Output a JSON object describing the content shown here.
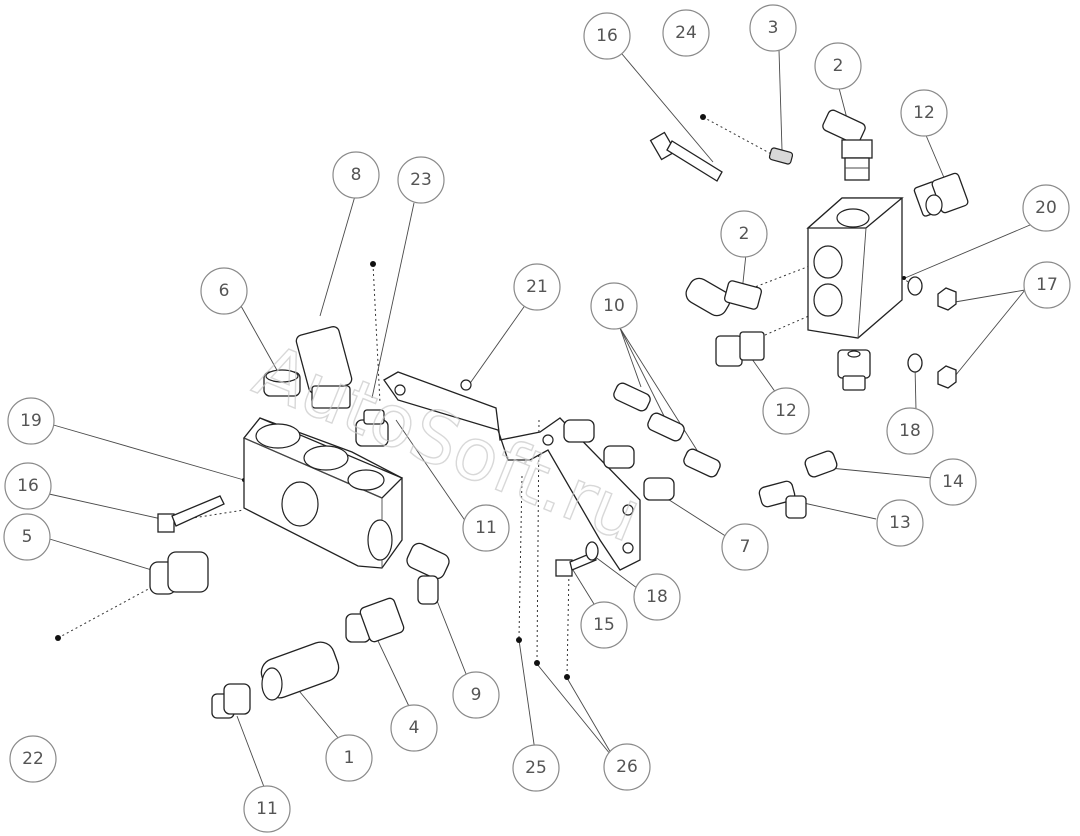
{
  "watermark": "AutoSoft.ru",
  "callouts": [
    {
      "id": "c16a",
      "label": "16"
    },
    {
      "id": "c24",
      "label": "24"
    },
    {
      "id": "c3",
      "label": "3"
    },
    {
      "id": "c2a",
      "label": "2"
    },
    {
      "id": "c12a",
      "label": "12"
    },
    {
      "id": "c20",
      "label": "20"
    },
    {
      "id": "c2b",
      "label": "2"
    },
    {
      "id": "c17",
      "label": "17"
    },
    {
      "id": "c12b",
      "label": "12"
    },
    {
      "id": "c18a",
      "label": "18"
    },
    {
      "id": "c8",
      "label": "8"
    },
    {
      "id": "c23",
      "label": "23"
    },
    {
      "id": "c21",
      "label": "21"
    },
    {
      "id": "c10",
      "label": "10"
    },
    {
      "id": "c6",
      "label": "6"
    },
    {
      "id": "c19",
      "label": "19"
    },
    {
      "id": "c16b",
      "label": "16"
    },
    {
      "id": "c5",
      "label": "5"
    },
    {
      "id": "c11a",
      "label": "11"
    },
    {
      "id": "c14",
      "label": "14"
    },
    {
      "id": "c13",
      "label": "13"
    },
    {
      "id": "c7",
      "label": "7"
    },
    {
      "id": "c18b",
      "label": "18"
    },
    {
      "id": "c15",
      "label": "15"
    },
    {
      "id": "c9",
      "label": "9"
    },
    {
      "id": "c4",
      "label": "4"
    },
    {
      "id": "c22",
      "label": "22"
    },
    {
      "id": "c1",
      "label": "1"
    },
    {
      "id": "c25",
      "label": "25"
    },
    {
      "id": "c26",
      "label": "26"
    },
    {
      "id": "c11b",
      "label": "11"
    }
  ]
}
